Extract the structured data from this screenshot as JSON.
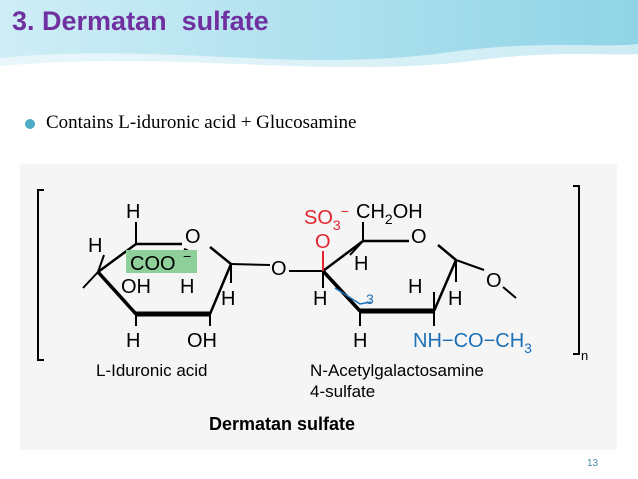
{
  "slide": {
    "title": "3. Dermatan  sulfate",
    "bullet_text": "Contains L-iduronic acid + Glucosamine",
    "page_number": "13"
  },
  "figure": {
    "ring1": {
      "h_top": "H",
      "h_left": "H",
      "ring_o": "O",
      "coo_group": "COO",
      "coo_charge": "−",
      "oh_axial": "OH",
      "h_inner": "H",
      "h_right": "H",
      "h_bottom": "H",
      "oh_bottom": "OH",
      "name": "L-Iduronic acid"
    },
    "linkage_o": "O",
    "ring2": {
      "so3": "SO",
      "so3_sub": "3",
      "so3_charge": "−",
      "o_ester": "O",
      "ch2oh_ch": "CH",
      "ch2oh_sub": "2",
      "ch2oh_oh": "OH",
      "ring_o": "O",
      "h_c4": "H",
      "h_left": "H",
      "bond_label": "3",
      "h_c2": "H",
      "h_right": "H",
      "o_out": "O",
      "h_bottom": "H",
      "nhcoch3": "NH−CO−CH",
      "nhcoch3_sub": "3",
      "name_line1": "N-Acetylgalactosamine",
      "name_line2": "4-sulfate"
    },
    "repeat_n": "n",
    "caption": "Dermatan sulfate"
  },
  "colors": {
    "title": "#7030a0",
    "bullet": "#4bacc6",
    "sulfate_red": "#e3262e",
    "amide_blue": "#1c6fb5",
    "coo_highlight": "#8fcf99"
  }
}
